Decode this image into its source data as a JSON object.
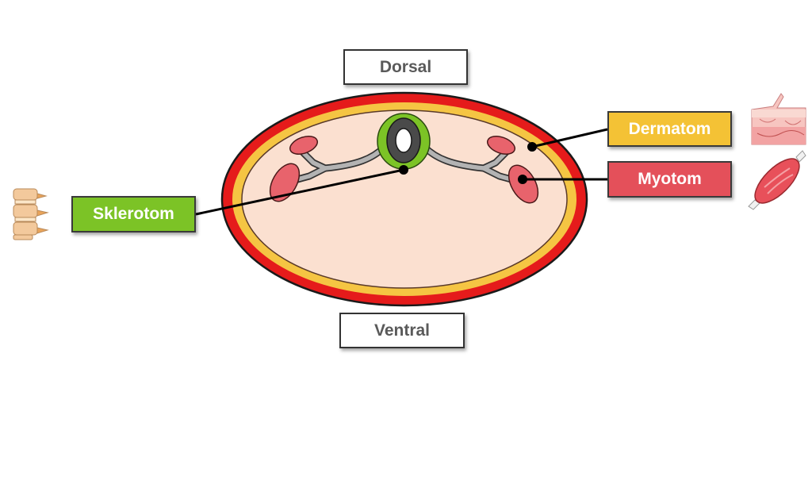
{
  "labels": {
    "dorsal": "Dorsal",
    "ventral": "Ventral",
    "sklerotom": "Sklerotom",
    "dermatom": "Dermatom",
    "myotom": "Myotom"
  },
  "colors": {
    "outer_layer": "#e51b1b",
    "middle_layer": "#f5c543",
    "inner_body": "#fbe0d0",
    "sklerotom": "#7cc326",
    "dermatom": "#f4c235",
    "myotom": "#e4505a",
    "somite": "#e8636c",
    "nerve": "#b3b3b3",
    "neural_tube": "#4a4a4a",
    "vertebra_icon": "#f3c99c"
  },
  "icons": {
    "sklerotom": "vertebra-icon",
    "dermatom": "skin-icon",
    "myotom": "muscle-icon"
  }
}
